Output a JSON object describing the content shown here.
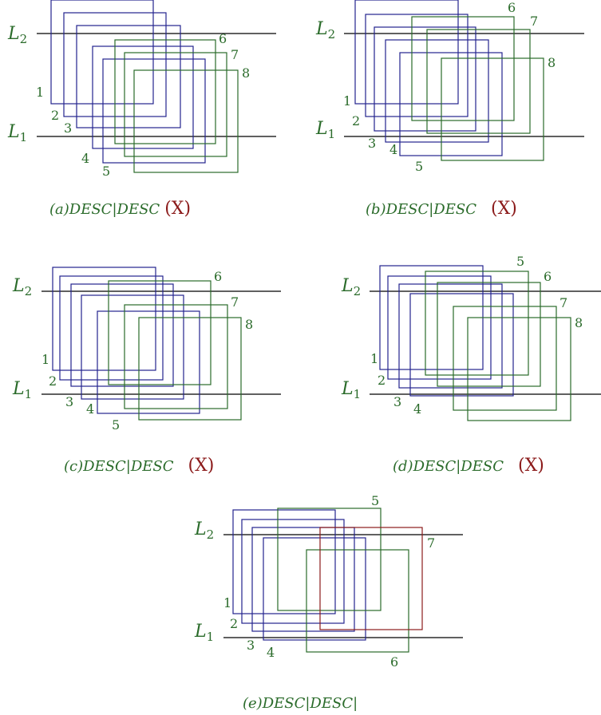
{
  "colors": {
    "blue": "#23238e",
    "green": "#2a6b2a",
    "red": "#8b1a1a",
    "line": "#000000"
  },
  "line_labels": {
    "upper": "L",
    "upper_sub": "2",
    "lower": "L",
    "lower_sub": "1"
  },
  "panels": [
    {
      "id": "a",
      "caption": "(a)DESC|DESC",
      "mark": "(X)",
      "numbers": [
        "1",
        "2",
        "3",
        "4",
        "5",
        "6",
        "7",
        "8"
      ]
    },
    {
      "id": "b",
      "caption": "(b)DESC|DESC",
      "mark": "(X)",
      "numbers": [
        "1",
        "2",
        "3",
        "4",
        "5",
        "6",
        "7",
        "8"
      ]
    },
    {
      "id": "c",
      "caption": "(c)DESC|DESC",
      "mark": "(X)",
      "numbers": [
        "1",
        "2",
        "3",
        "4",
        "5",
        "6",
        "7",
        "8"
      ]
    },
    {
      "id": "d",
      "caption": "(d)DESC|DESC",
      "mark": "(X)",
      "numbers": [
        "1",
        "2",
        "3",
        "4",
        "5",
        "6",
        "7",
        "8"
      ]
    },
    {
      "id": "e",
      "caption": "(e)DESC|DESC|",
      "mark": "",
      "numbers": [
        "1",
        "2",
        "3",
        "4",
        "5",
        "6",
        "7"
      ]
    }
  ]
}
